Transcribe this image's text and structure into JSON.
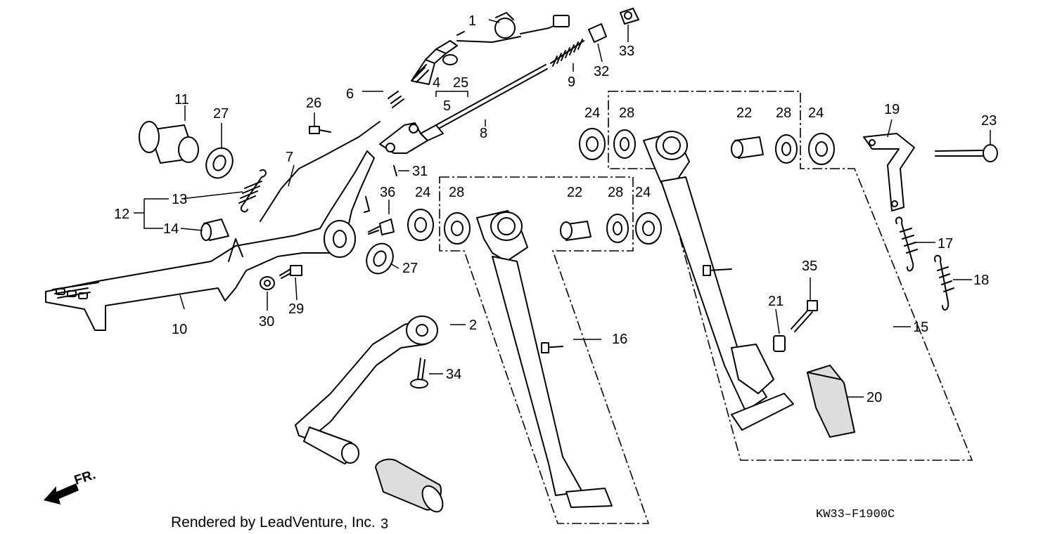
{
  "callouts": [
    {
      "id": "c1",
      "label": "1"
    },
    {
      "id": "c2",
      "label": "2"
    },
    {
      "id": "c3",
      "label": "3"
    },
    {
      "id": "c4",
      "label": "4"
    },
    {
      "id": "c5",
      "label": "5"
    },
    {
      "id": "c6",
      "label": "6"
    },
    {
      "id": "c7",
      "label": "7"
    },
    {
      "id": "c8",
      "label": "8"
    },
    {
      "id": "c9",
      "label": "9"
    },
    {
      "id": "c10",
      "label": "10"
    },
    {
      "id": "c11",
      "label": "11"
    },
    {
      "id": "c12",
      "label": "12"
    },
    {
      "id": "c13",
      "label": "13"
    },
    {
      "id": "c14",
      "label": "14"
    },
    {
      "id": "c15",
      "label": "15"
    },
    {
      "id": "c16",
      "label": "16"
    },
    {
      "id": "c17",
      "label": "17"
    },
    {
      "id": "c18",
      "label": "18"
    },
    {
      "id": "c19",
      "label": "19"
    },
    {
      "id": "c20",
      "label": "20"
    },
    {
      "id": "c21",
      "label": "21"
    },
    {
      "id": "c22a",
      "label": "22"
    },
    {
      "id": "c22b",
      "label": "22"
    },
    {
      "id": "c23",
      "label": "23"
    },
    {
      "id": "c24a",
      "label": "24"
    },
    {
      "id": "c24b",
      "label": "24"
    },
    {
      "id": "c24c",
      "label": "24"
    },
    {
      "id": "c24d",
      "label": "24"
    },
    {
      "id": "c25",
      "label": "25"
    },
    {
      "id": "c26",
      "label": "26"
    },
    {
      "id": "c27a",
      "label": "27"
    },
    {
      "id": "c27b",
      "label": "27"
    },
    {
      "id": "c28a",
      "label": "28"
    },
    {
      "id": "c28b",
      "label": "28"
    },
    {
      "id": "c28c",
      "label": "28"
    },
    {
      "id": "c28d",
      "label": "28"
    },
    {
      "id": "c29",
      "label": "29"
    },
    {
      "id": "c30",
      "label": "30"
    },
    {
      "id": "c31",
      "label": "31"
    },
    {
      "id": "c32",
      "label": "32"
    },
    {
      "id": "c33",
      "label": "33"
    },
    {
      "id": "c34",
      "label": "34"
    },
    {
      "id": "c35",
      "label": "35"
    },
    {
      "id": "c36",
      "label": "36"
    }
  ],
  "credit": "Rendered by LeadVenture, Inc.",
  "diagram_code": "KW33–F1900C",
  "front_indicator": "FR."
}
